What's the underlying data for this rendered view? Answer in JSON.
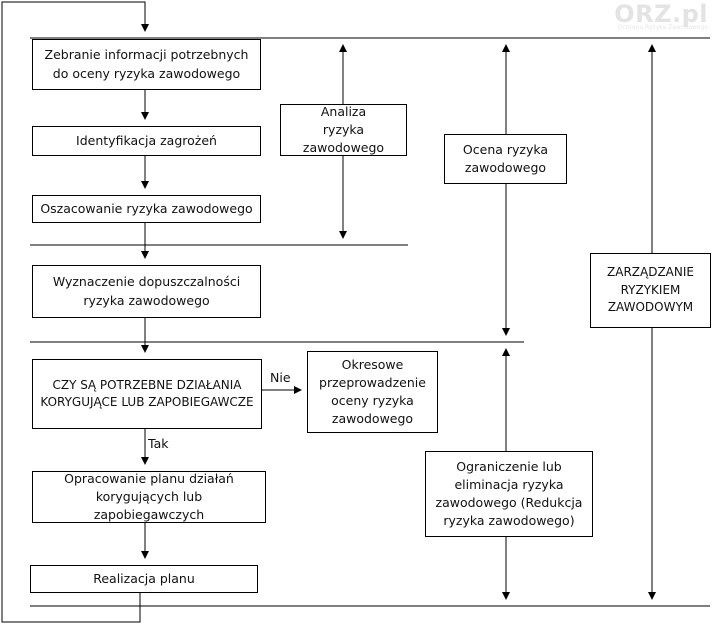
{
  "watermark": {
    "logo": "ORZ.pl",
    "tagline": "Ochrona Ryzyka Zawodowego"
  },
  "boxes": {
    "collect_info": "Zebranie informacji potrzebnych do oceny ryzyka zawodowego",
    "identify_hazards": "Identyfikacja zagrożeń",
    "estimate_risk": "Oszacowanie ryzyka zawodowego",
    "acceptability": "Wyznaczenie dopuszczalności ryzyka zawodowego",
    "decision": "CZY SĄ POTRZEBNE DZIAŁANIA KORYGUJĄCE LUB ZAPOBIEGAWCZE",
    "periodic": "Okresowe przeprowadzenie oceny ryzyka zawodowego",
    "plan": "Opracowanie planu działań korygujących lub zapobiegawczych",
    "realize": "Realizacja planu",
    "analysis": "Analiza ryzyka zawodowego",
    "assessment": "Ocena ryzyka zawodowego",
    "reduction": "Ograniczenie lub eliminacja ryzyka zawodowego (Redukcja ryzyka zawodowego)",
    "management": "ZARZĄDZANIE RYZYKIEM ZAWODOWYM"
  },
  "labels": {
    "no": "Nie",
    "yes": "Tak"
  }
}
